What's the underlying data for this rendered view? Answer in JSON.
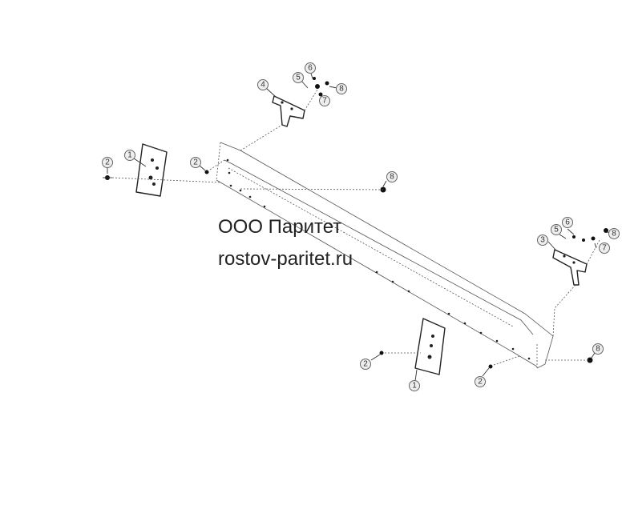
{
  "watermark": {
    "company": "ООО Паритет",
    "website": "rostov-paritet.ru"
  },
  "callouts": [
    {
      "id": "c1-left",
      "label": "1"
    },
    {
      "id": "c2-left",
      "label": "2"
    },
    {
      "id": "c2-beam-left",
      "label": "2"
    },
    {
      "id": "c4",
      "label": "4"
    },
    {
      "id": "c5-top",
      "label": "5"
    },
    {
      "id": "c6-top",
      "label": "6"
    },
    {
      "id": "c7-top",
      "label": "7"
    },
    {
      "id": "c8-top",
      "label": "8"
    },
    {
      "id": "c8-mid",
      "label": "8"
    },
    {
      "id": "c3",
      "label": "3"
    },
    {
      "id": "c5-right",
      "label": "5"
    },
    {
      "id": "c6-right",
      "label": "6"
    },
    {
      "id": "c7-right",
      "label": "7"
    },
    {
      "id": "c8-right",
      "label": "8"
    },
    {
      "id": "c8-bottom",
      "label": "8"
    },
    {
      "id": "c2-bottom-left",
      "label": "2"
    },
    {
      "id": "c1-bottom",
      "label": "1"
    },
    {
      "id": "c2-bottom-right",
      "label": "2"
    }
  ]
}
